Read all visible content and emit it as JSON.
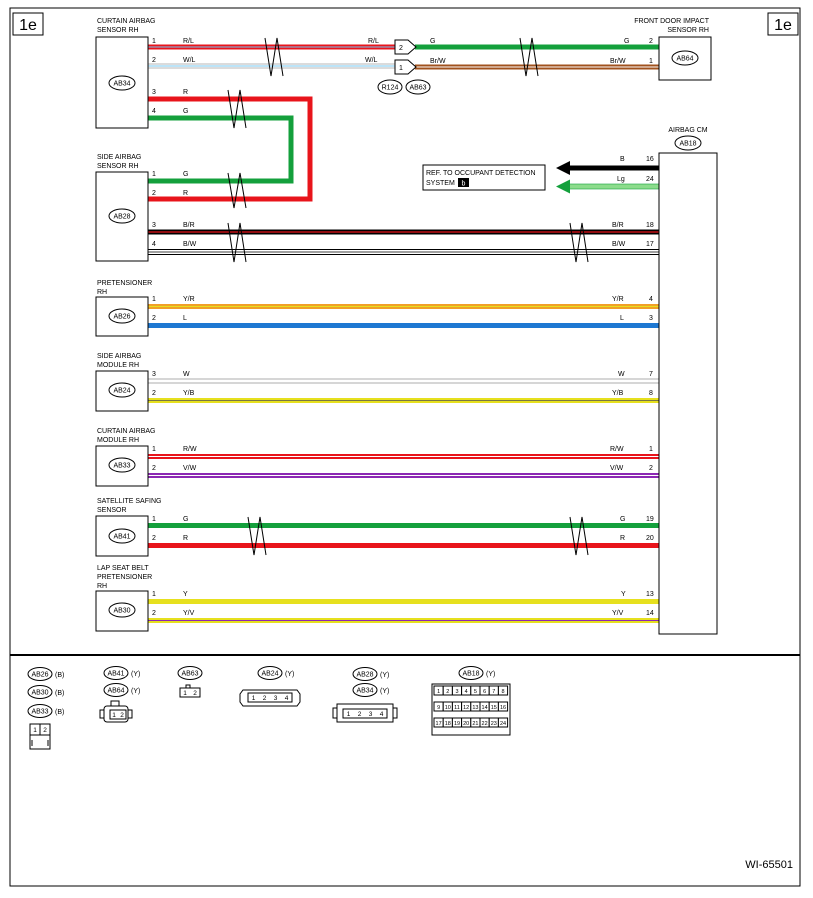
{
  "page_tag": "1e",
  "figure_id": "WI-65501",
  "components": {
    "curtain_airbag_sensor_rh": {
      "name_lines": [
        "CURTAIN AIRBAG",
        "SENSOR RH"
      ],
      "connector": "AB34"
    },
    "front_door_impact_sensor_rh": {
      "name_lines": [
        "FRONT DOOR IMPACT",
        "SENSOR RH"
      ],
      "connector": "AB64"
    },
    "side_airbag_sensor_rh": {
      "name_lines": [
        "SIDE AIRBAG",
        "SENSOR RH"
      ],
      "connector": "AB28"
    },
    "airbag_cm": {
      "name_lines": [
        "AIRBAG CM"
      ],
      "connector": "AB18"
    },
    "pretensioner_rh": {
      "name_lines": [
        "PRETENSIONER",
        "RH"
      ],
      "connector": "AB26"
    },
    "side_airbag_module_rh": {
      "name_lines": [
        "SIDE AIRBAG",
        "MODULE RH"
      ],
      "connector": "AB24"
    },
    "curtain_airbag_module_rh": {
      "name_lines": [
        "CURTAIN AIRBAG",
        "MODULE RH"
      ],
      "connector": "AB33"
    },
    "satellite_safing_sensor": {
      "name_lines": [
        "SATELLITE SAFING",
        "SENSOR"
      ],
      "connector": "AB41"
    },
    "lap_seat_belt_pretensioner_rh": {
      "name_lines": [
        "LAP SEAT BELT",
        "PRETENSIONER",
        "RH"
      ],
      "connector": "AB30"
    }
  },
  "inline_connectors": [
    "R124",
    "AB63"
  ],
  "occupant_reference": {
    "lines": [
      "REF. TO OCCUPANT DETECTION",
      "SYSTEM"
    ],
    "tag": "b"
  },
  "wires": [
    {
      "id": "ab34-1",
      "from_pin": "1",
      "color_left": "R/L",
      "color_right": "R/L",
      "inline_pin": "2",
      "to_color": "G",
      "to_pin": "2"
    },
    {
      "id": "ab34-2",
      "from_pin": "2",
      "color_left": "W/L",
      "color_right": "W/L",
      "inline_pin": "1",
      "to_color": "Br/W",
      "to_pin": "1"
    },
    {
      "id": "ab34-3",
      "from_pin": "3",
      "color_left": "R"
    },
    {
      "id": "ab34-4",
      "from_pin": "4",
      "color_left": "G"
    },
    {
      "id": "ab28-1",
      "from_pin": "1",
      "color_left": "G"
    },
    {
      "id": "ab28-2",
      "from_pin": "2",
      "color_left": "R"
    },
    {
      "id": "ab28-3",
      "from_pin": "3",
      "color_left": "B/R",
      "color_right": "B/R",
      "to_pin": "18"
    },
    {
      "id": "ab28-4",
      "from_pin": "4",
      "color_left": "B/W",
      "color_right": "B/W",
      "to_pin": "17"
    },
    {
      "id": "ab26-1",
      "from_pin": "1",
      "color_left": "Y/R",
      "color_right": "Y/R",
      "to_pin": "4"
    },
    {
      "id": "ab26-2",
      "from_pin": "2",
      "color_left": "L",
      "color_right": "L",
      "to_pin": "3"
    },
    {
      "id": "ab24-3",
      "from_pin": "3",
      "color_left": "W",
      "color_right": "W",
      "to_pin": "7"
    },
    {
      "id": "ab24-2",
      "from_pin": "2",
      "color_left": "Y/B",
      "color_right": "Y/B",
      "to_pin": "8"
    },
    {
      "id": "ab33-1",
      "from_pin": "1",
      "color_left": "R/W",
      "color_right": "R/W",
      "to_pin": "1"
    },
    {
      "id": "ab33-2",
      "from_pin": "2",
      "color_left": "V/W",
      "color_right": "V/W",
      "to_pin": "2"
    },
    {
      "id": "ab41-1",
      "from_pin": "1",
      "color_left": "G",
      "color_right": "G",
      "to_pin": "19"
    },
    {
      "id": "ab41-2",
      "from_pin": "2",
      "color_left": "R",
      "color_right": "R",
      "to_pin": "20"
    },
    {
      "id": "ab30-1",
      "from_pin": "1",
      "color_left": "Y",
      "color_right": "Y",
      "to_pin": "13"
    },
    {
      "id": "ab30-2",
      "from_pin": "2",
      "color_left": "Y/V",
      "color_right": "Y/V",
      "to_pin": "14"
    },
    {
      "id": "cm-16",
      "color_right": "B",
      "to_pin": "16"
    },
    {
      "id": "cm-24",
      "color_right": "Lg",
      "to_pin": "24"
    }
  ],
  "wire_colors": {
    "red": "#e8141b",
    "green": "#14a03c",
    "brown": "#a0521e",
    "blue": "#1e78d2",
    "yellow": "#e6e01e",
    "orange": "#f0a028",
    "purple": "#8c28b4",
    "pink": "#f08c96",
    "black": "#000000",
    "grey": "#9a9a9a",
    "lightgreen": "#8cdc8c",
    "lightblue": "#78c8f0"
  },
  "connector_legend": [
    {
      "code": "AB26",
      "color": "(B)"
    },
    {
      "code": "AB30",
      "color": "(B)"
    },
    {
      "code": "AB33",
      "color": "(B)"
    },
    {
      "code": "AB41",
      "color": "(Y)"
    },
    {
      "code": "AB64",
      "color": "(Y)"
    },
    {
      "code": "AB63",
      "color": ""
    },
    {
      "code": "AB24",
      "color": "(Y)"
    },
    {
      "code": "AB28",
      "color": "(Y)"
    },
    {
      "code": "AB34",
      "color": "(Y)"
    },
    {
      "code": "AB18",
      "color": "(Y)"
    }
  ],
  "connector_pins": {
    "two_pin": [
      "1",
      "2"
    ],
    "four_pin": [
      "1",
      "2",
      "3",
      "4"
    ],
    "ab18": [
      "1",
      "2",
      "3",
      "4",
      "5",
      "6",
      "7",
      "8",
      "9",
      "10",
      "11",
      "12",
      "13",
      "14",
      "15",
      "16",
      "17",
      "18",
      "19",
      "20",
      "21",
      "22",
      "23",
      "24"
    ]
  }
}
